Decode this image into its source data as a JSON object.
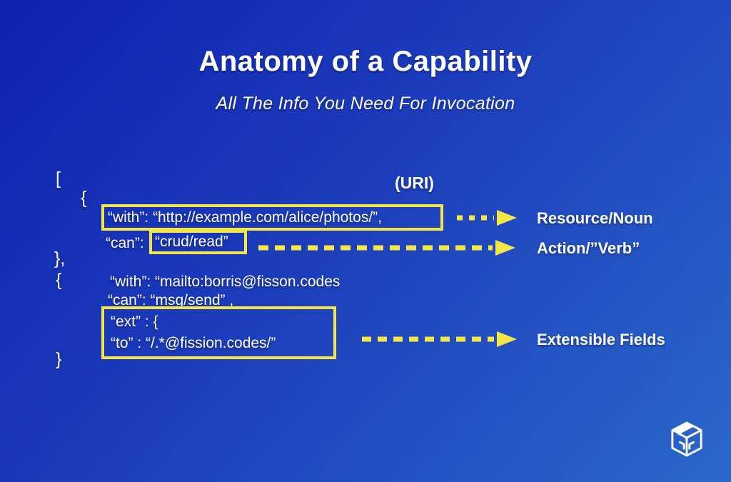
{
  "colors": {
    "bg_start": "#0f20b0",
    "bg_mid": "#1d3fbc",
    "bg_end": "#2b68ca",
    "highlight": "#f4e644",
    "text": "#ffffff"
  },
  "header": {
    "title": "Anatomy of a Capability",
    "subtitle": "All The Info You Need For Invocation"
  },
  "code": {
    "array_open": "[",
    "object1_open": "{",
    "uri_annotation": "(URI)",
    "with_line1": "“with”: “http://example.com/alice/photos/”,",
    "can_key1": "“can”:",
    "can_value1": "“crud/read”",
    "object1_close": "},",
    "object2_open": "{",
    "with_line2": "“with”: “mailto:borris@fisson.codes",
    "can_line2": "“can”: “msg/send” ,",
    "ext_open": "“ext” : {",
    "ext_to": "“to” : “/.*@fission.codes/”",
    "object2_close": "}"
  },
  "annotations": [
    {
      "label": "Resource/Noun"
    },
    {
      "label": "Action/”Verb”"
    },
    {
      "label": "Extensible Fields"
    }
  ],
  "logo": {
    "name": "fission-logo"
  }
}
